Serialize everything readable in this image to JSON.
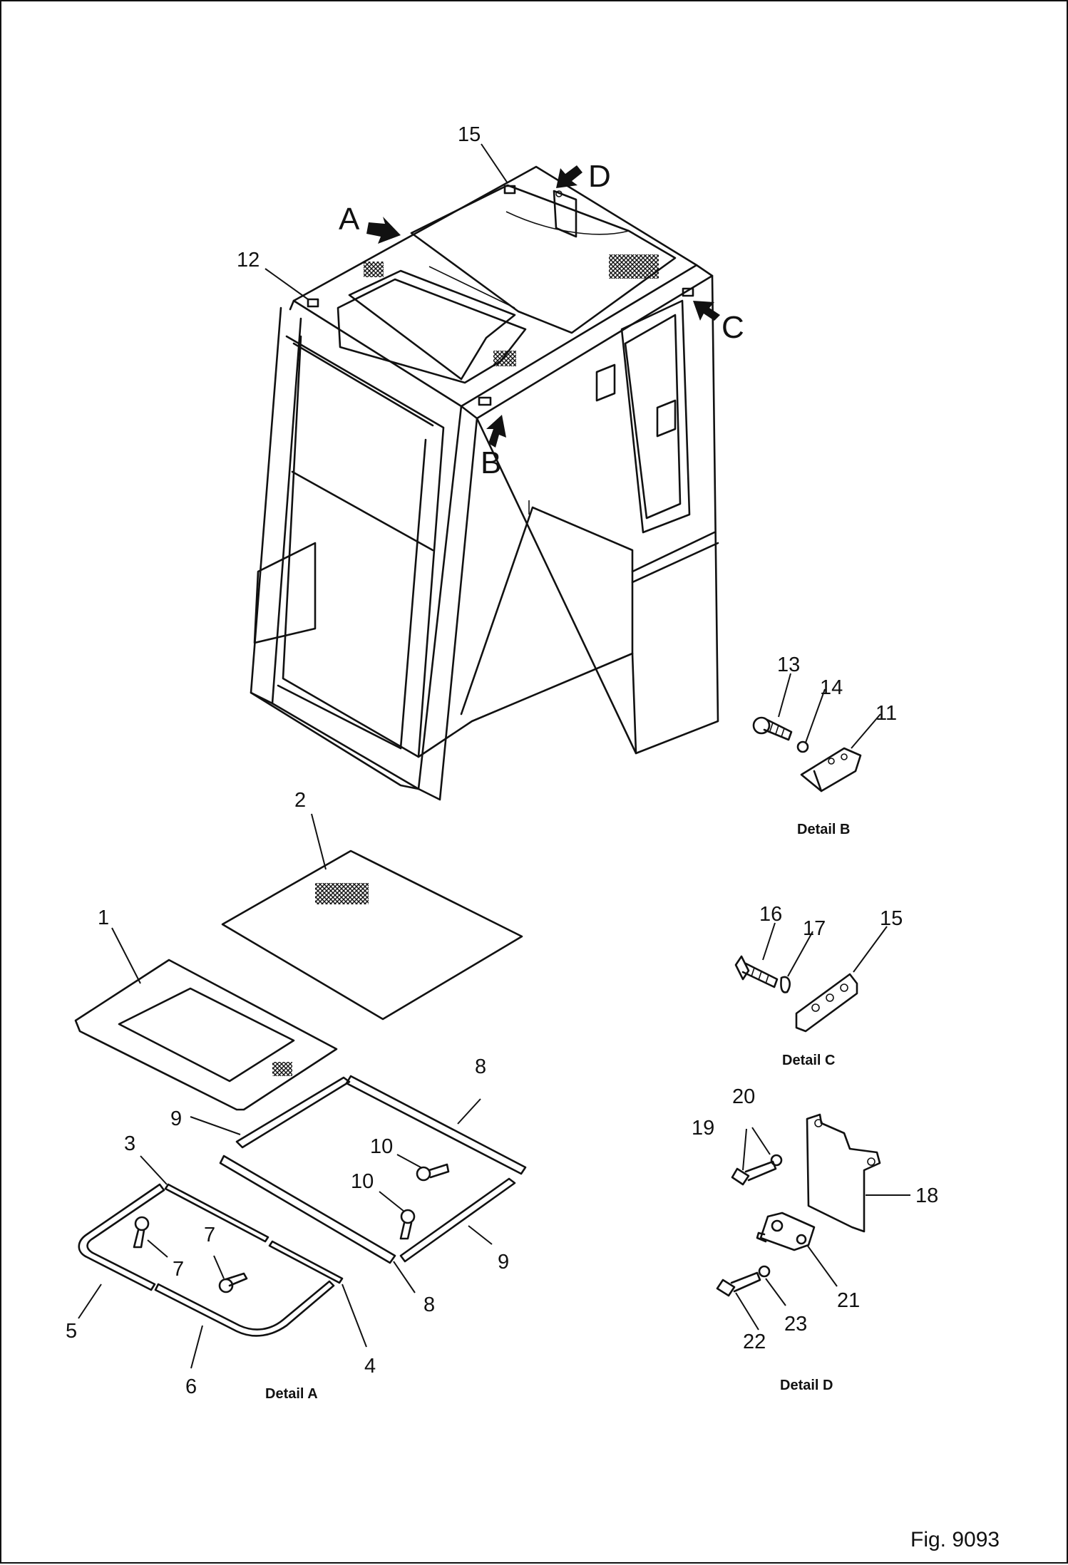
{
  "figure": {
    "label": "Fig. 9093"
  },
  "view_arrows": [
    "A",
    "B",
    "C",
    "D"
  ],
  "details": {
    "a": "Detail A",
    "b": "Detail B",
    "c": "Detail C",
    "d": "Detail D"
  },
  "callouts": {
    "c1": "1",
    "c2": "2",
    "c3": "3",
    "c4": "4",
    "c5": "5",
    "c6": "6",
    "c7a": "7",
    "c7b": "7",
    "c8a": "8",
    "c8b": "8",
    "c9a": "9",
    "c9b": "9",
    "c10a": "10",
    "c10b": "10",
    "c11": "11",
    "c12": "12",
    "c13": "13",
    "c14": "14",
    "c15a": "15",
    "c15b": "15",
    "c16": "16",
    "c17": "17",
    "c18": "18",
    "c19": "19",
    "c20": "20",
    "c21": "21",
    "c22": "22",
    "c23": "23"
  },
  "colors": {
    "ink": "#111111",
    "paper": "#ffffff"
  }
}
